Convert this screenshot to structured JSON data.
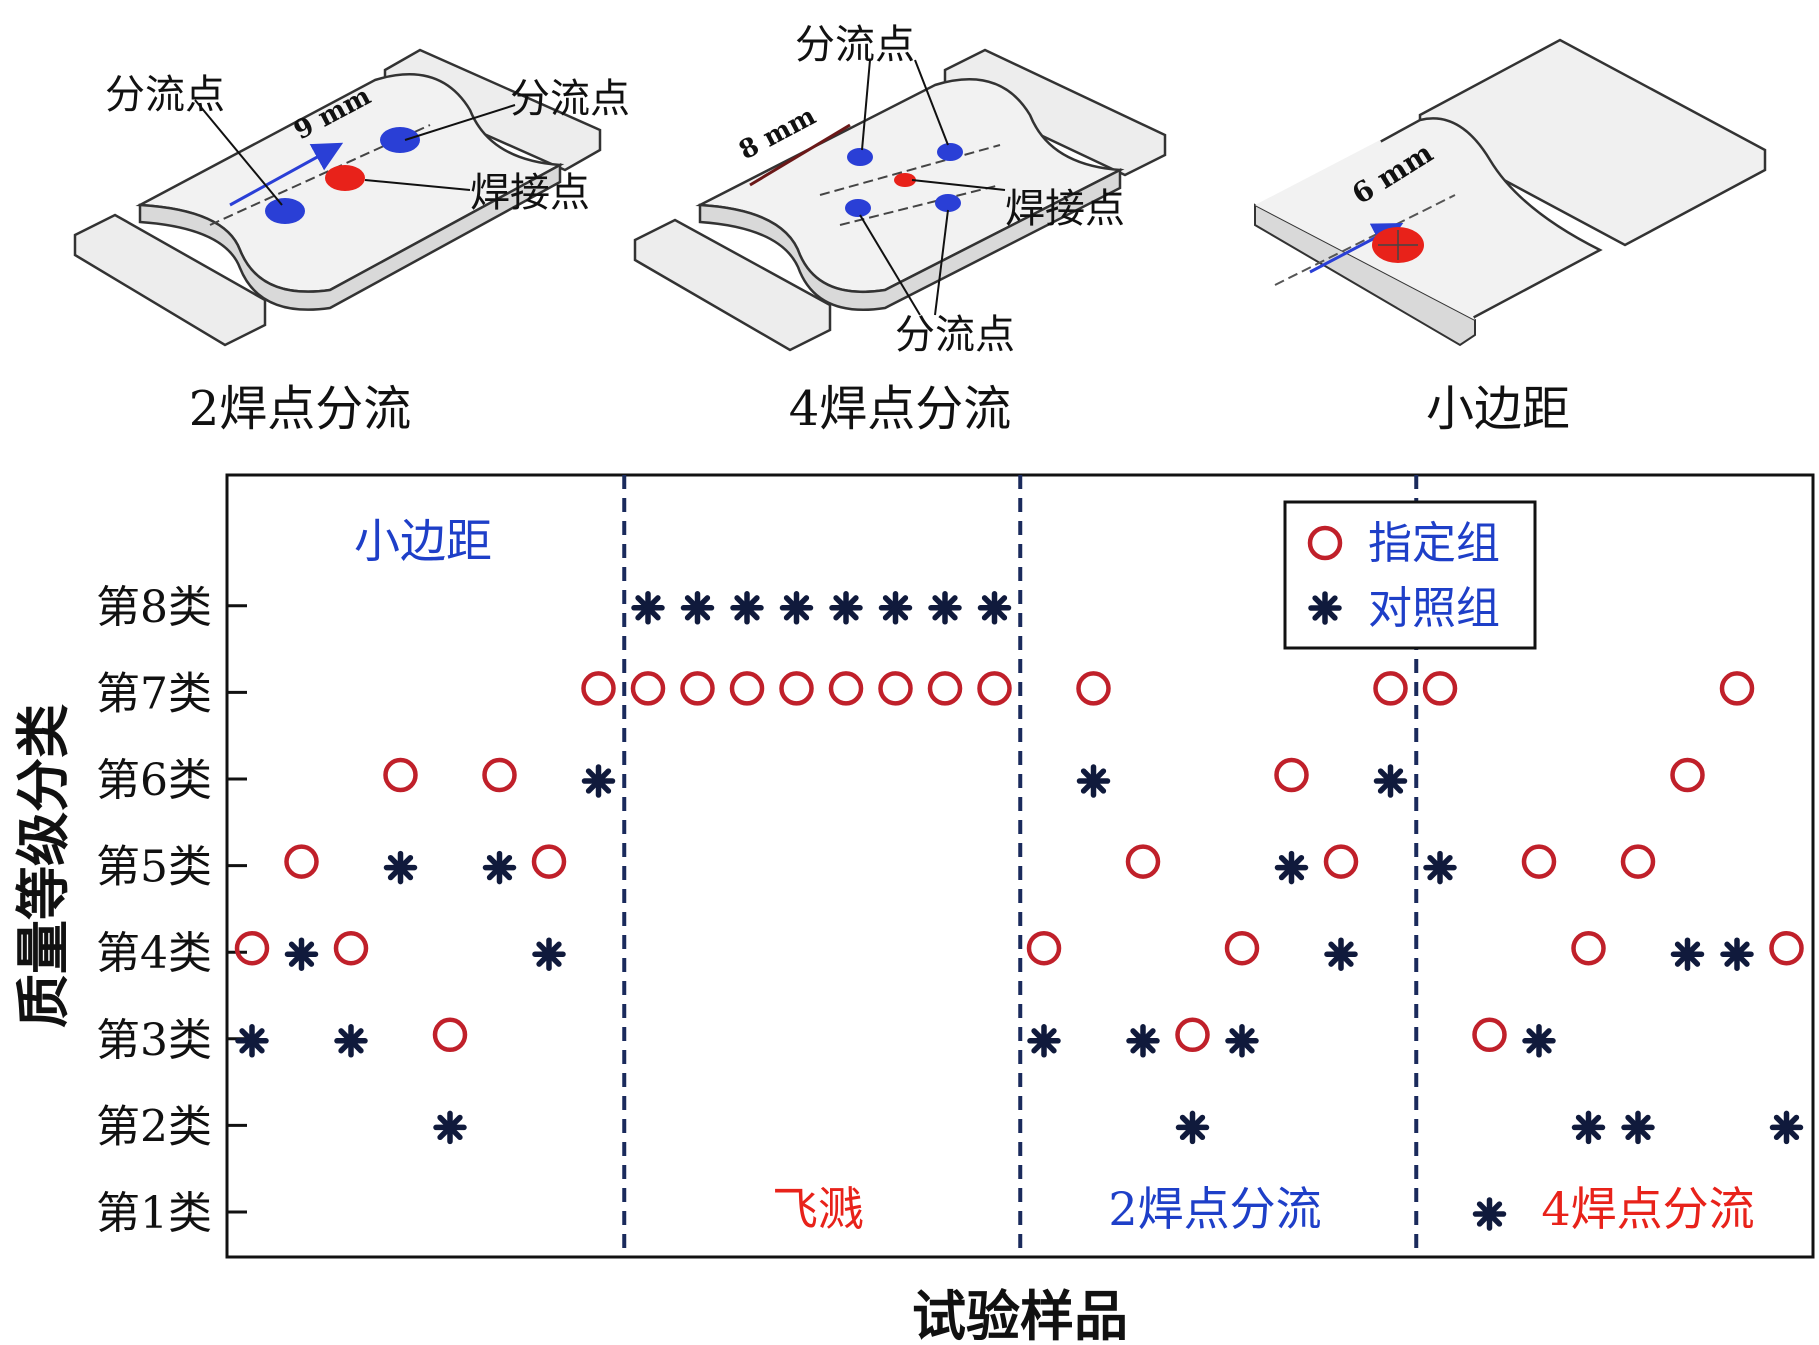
{
  "diagrams": {
    "d1": {
      "caption": "2焊点分流",
      "dimension": "9 mm",
      "label_shunt_left": "分流点",
      "label_shunt_right": "分流点",
      "label_weld": "焊接点"
    },
    "d2": {
      "caption": "4焊点分流",
      "dimension": "8 mm",
      "label_shunt_top": "分流点",
      "label_shunt_bottom": "分流点",
      "label_weld": "焊接点"
    },
    "d3": {
      "caption": "小边距",
      "dimension": "6 mm"
    }
  },
  "colors": {
    "weld": "#e8221a",
    "shunt": "#2a3fd6",
    "designated": "#c0202a",
    "control": "#101a3c",
    "region_blue": "#1e3fc8",
    "region_red": "#e8221a",
    "divider": "#1a2a5c"
  },
  "chart_data": {
    "type": "scatter",
    "ylabel": "质量等级分类",
    "xlabel": "试验样品",
    "y_categories": [
      "第1类",
      "第2类",
      "第3类",
      "第4类",
      "第5类",
      "第6类",
      "第7类",
      "第8类"
    ],
    "regions": [
      {
        "label": "小边距",
        "color": "blue"
      },
      {
        "label": "飞溅",
        "color": "red"
      },
      {
        "label": "2焊点分流",
        "color": "blue"
      },
      {
        "label": "4焊点分流",
        "color": "red"
      }
    ],
    "legend": {
      "position": "top-right",
      "items": [
        {
          "name": "指定组",
          "marker": "circle"
        },
        {
          "name": "对照组",
          "marker": "star"
        }
      ]
    },
    "series": [
      {
        "name": "指定组",
        "marker": "circle",
        "points": [
          [
            1,
            4
          ],
          [
            2,
            5
          ],
          [
            3,
            4
          ],
          [
            4,
            6
          ],
          [
            5,
            3
          ],
          [
            6,
            6
          ],
          [
            7,
            5
          ],
          [
            8,
            7
          ],
          [
            9,
            7
          ],
          [
            10,
            7
          ],
          [
            11,
            7
          ],
          [
            12,
            7
          ],
          [
            13,
            7
          ],
          [
            14,
            7
          ],
          [
            15,
            7
          ],
          [
            16,
            7
          ],
          [
            17,
            4
          ],
          [
            18,
            7
          ],
          [
            19,
            5
          ],
          [
            20,
            3
          ],
          [
            21,
            4
          ],
          [
            22,
            6
          ],
          [
            23,
            5
          ],
          [
            24,
            7
          ],
          [
            25,
            7
          ],
          [
            26,
            3
          ],
          [
            27,
            5
          ],
          [
            28,
            4
          ],
          [
            29,
            5
          ],
          [
            30,
            6
          ],
          [
            31,
            7
          ],
          [
            32,
            4
          ]
        ]
      },
      {
        "name": "对照组",
        "marker": "star",
        "points": [
          [
            1,
            3
          ],
          [
            2,
            4
          ],
          [
            3,
            3
          ],
          [
            4,
            5
          ],
          [
            5,
            2
          ],
          [
            6,
            5
          ],
          [
            7,
            4
          ],
          [
            8,
            6
          ],
          [
            9,
            8
          ],
          [
            10,
            8
          ],
          [
            11,
            8
          ],
          [
            12,
            8
          ],
          [
            13,
            8
          ],
          [
            14,
            8
          ],
          [
            15,
            8
          ],
          [
            16,
            8
          ],
          [
            17,
            3
          ],
          [
            18,
            6
          ],
          [
            19,
            3
          ],
          [
            20,
            2
          ],
          [
            21,
            3
          ],
          [
            22,
            5
          ],
          [
            23,
            4
          ],
          [
            24,
            6
          ],
          [
            25,
            5
          ],
          [
            26,
            1
          ],
          [
            27,
            3
          ],
          [
            28,
            2
          ],
          [
            29,
            2
          ],
          [
            30,
            4
          ],
          [
            31,
            4
          ],
          [
            32,
            2
          ]
        ]
      }
    ]
  }
}
